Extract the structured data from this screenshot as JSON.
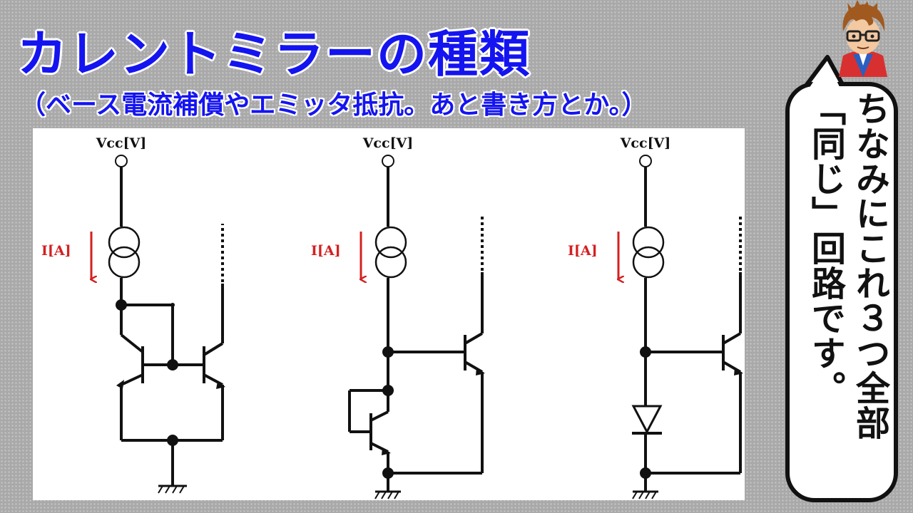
{
  "title": "カレントミラーの種類",
  "subtitle": "（ベース電流補償やエミッタ抵抗。あと書き方とか。）",
  "diagram": {
    "circuits": [
      {
        "supply_label": "Vcc[V]",
        "current_label": "I[A]"
      },
      {
        "supply_label": "Vcc[V]",
        "current_label": "I[A]"
      },
      {
        "supply_label": "Vcc[V]",
        "current_label": "I[A]"
      }
    ]
  },
  "speech_bubble": {
    "text": "ちなみにこれ３つ全部「同じ」回路です。"
  },
  "colors": {
    "title": "#1414f0",
    "current_arrow": "#d42020",
    "background": "#a9a9a9"
  }
}
